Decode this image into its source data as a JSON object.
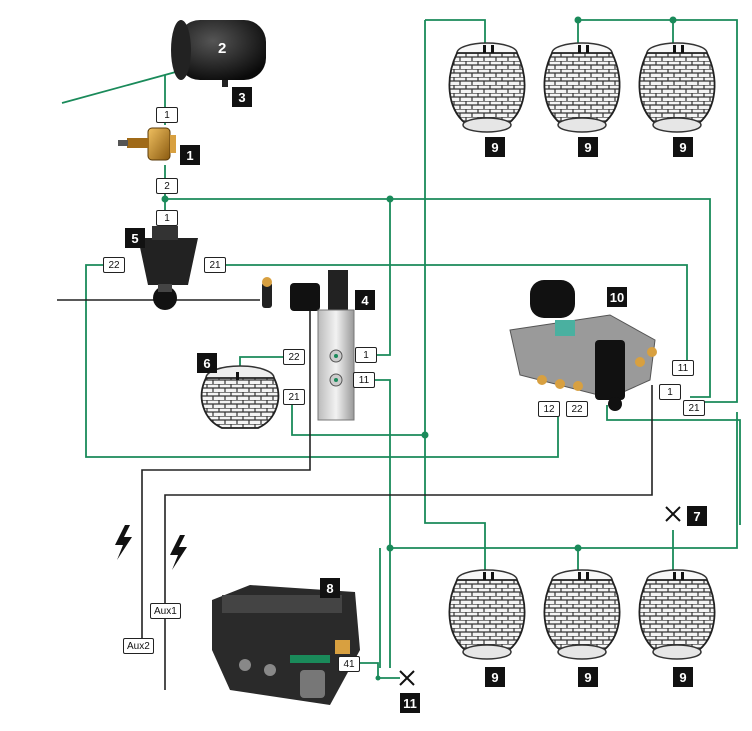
{
  "components": {
    "tank_number": "2",
    "tank_label": "3",
    "valve_1": "1",
    "valve_5": "5",
    "valve_4": "4",
    "bellow_6": "6",
    "exhaust_7": "7",
    "ecu_8": "8",
    "bellows_9": [
      "9",
      "9",
      "9",
      "9",
      "9",
      "9"
    ],
    "valve_10": "10",
    "exhaust_11": "11"
  },
  "ports": {
    "v1_in": "1",
    "v1_out": "2",
    "v5_in": "1",
    "v5_left": "22",
    "v5_right": "21",
    "v4_22": "22",
    "v4_1": "1",
    "v4_11": "11",
    "v4_21": "21",
    "v10_11": "11",
    "v10_1": "1",
    "v10_21": "21",
    "v10_12": "12",
    "v10_22": "22",
    "ecu_aux1": "Aux1",
    "ecu_aux2": "Aux2",
    "ecu_41": "41"
  },
  "colors": {
    "pipe": "#1a8a5a",
    "wire": "#222222",
    "tag_bg": "#111111"
  }
}
